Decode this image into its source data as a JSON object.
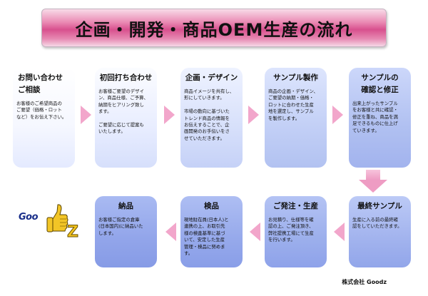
{
  "title": "企画・開発・商品OEM生産の流れ",
  "steps": [
    {
      "title": "お問い合わせ\nご相談",
      "body": "お客様のご希望商品の\nご要望（価格・ロット\nなど）をお伝え下さい。"
    },
    {
      "title": "初回打ち合わせ",
      "body": "お客様ご要望のデザイ\nン、商品仕様、ご予算、\n納期をヒアリング致し\nます。\n\nご要望に応じて提案も\nいたします。"
    },
    {
      "title": "企画・デザイン",
      "body": "商品イメージを共有し、\n形にしていきます。\n\n市場の動向に基づいた\nトレンド商品の情報を\nお伝えすることで、企\n画開発のお手伝いをさ\nせていただきます。"
    },
    {
      "title": "サンプル製作",
      "body": "商品の企画・デザイン、\nご要望の納期・価格・\nロットに合わせた生産\n地を選定し、サンプル\nを製作します。"
    },
    {
      "title": "サンプルの\n確認と修正",
      "body": "出来上がったサンプル\nをお客様と共に確認・\n修正を重ね、商品を満\n足できるものに仕上げ\nていきます。"
    },
    {
      "title": "最終サンプル",
      "body": "生産に入る前の最終確\n認をしていただきます。"
    },
    {
      "title": "ご発注・生産",
      "body": "お見積り、仕様等を確\n認の上、ご発注頂き、\n弊社提携工場にて生産\nを行います。"
    },
    {
      "title": "検品",
      "body": "現地駐在員(日本人)と\n連携の上、お取引先\n様の検査基準に基づ\nいて、安定した生産\n管理・検品に努めま\nす。"
    },
    {
      "title": "納品",
      "body": "お客様ご指定の倉庫\n(日本国内)に納品いた\nします。"
    }
  ],
  "logo": {
    "text1": "Goo",
    "text2": "Z"
  },
  "company": "株式会社 Goodz",
  "colors": {
    "arrow": "#f2a6cb",
    "banner": "#d8508e",
    "box_light": "#f5f7ff",
    "box_dark": "#899ee8"
  }
}
